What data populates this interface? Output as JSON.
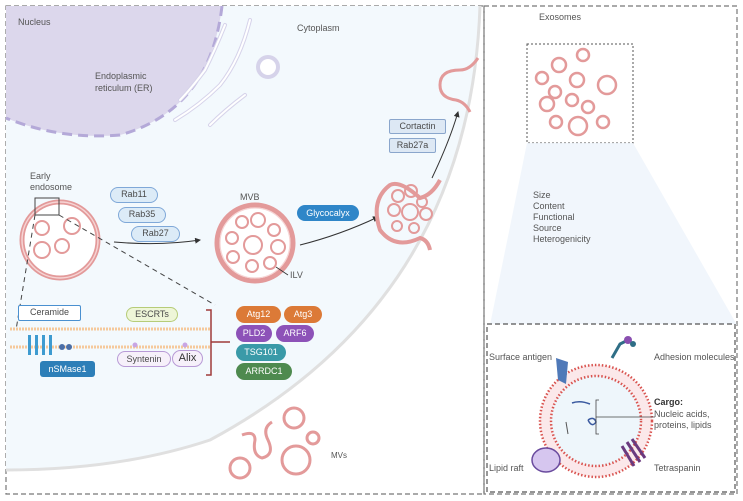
{
  "labels": {
    "nucleus": "Nucleus",
    "er": "Endoplasmic reticulum (ER)",
    "er_line1": "Endoplasmic",
    "er_line2": "reticulum (ER)",
    "cytoplasm": "Cytoplasm",
    "exosomes": "Exosomes",
    "early_endosome_line1": "Early",
    "early_endosome_line2": "endosome",
    "mvb": "MVB",
    "ilv": "ILV",
    "mvs": "MVs"
  },
  "rab_pathway": [
    "Rab11",
    "Rab35",
    "Rab27"
  ],
  "glycocalyx": "Glycocalyx",
  "secretion_factors": [
    "Cortactin",
    "Rab27a"
  ],
  "membrane_zoom": {
    "ceramide": "Ceramide",
    "escrts": "ESCRTs",
    "nsmase1": "nSMase1",
    "syntenin": "Syntenin",
    "alix": "Alix"
  },
  "regulators": [
    {
      "label": "Atg12",
      "color": "#dc7a37"
    },
    {
      "label": "Atg3",
      "color": "#dc7a37"
    },
    {
      "label": "PLD2",
      "color": "#8d52b8"
    },
    {
      "label": "ARF6",
      "color": "#8d52b8"
    },
    {
      "label": "TSG101",
      "color": "#3a9aa8"
    },
    {
      "label": "ARRDC1",
      "color": "#4e8a4f"
    }
  ],
  "exosome_properties": [
    "Size",
    "Content",
    "Functional",
    "Source",
    "Heterogenicity"
  ],
  "exosome_structure": {
    "surface_antigen": "Surface antigen",
    "adhesion_molecules": "Adhesion molecules",
    "cargo_title": "Cargo:",
    "cargo_line1": "Nucleic acids,",
    "cargo_line2": "proteins, lipids",
    "lipid_raft": "Lipid raft",
    "tetraspanin": "Tetraspanin"
  },
  "colors": {
    "membrane": "#e39a9a",
    "nucleus_fill": "#dcd7ec",
    "cytoplasm_fill": "#f3f9fd",
    "er_stroke": "#d6d3ea"
  }
}
